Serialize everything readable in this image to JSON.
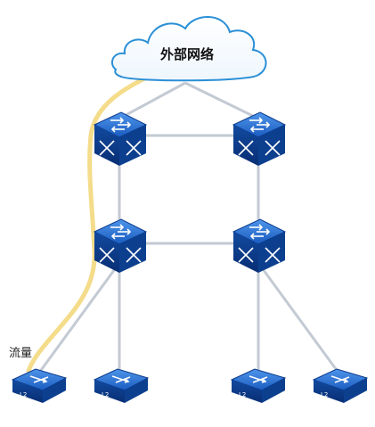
{
  "cloud": {
    "label": "外部网络"
  },
  "traffic": {
    "label": "流量"
  },
  "devices": {
    "core_switches": [
      "core-switch-left",
      "core-switch-right"
    ],
    "distribution_switches": [
      "distribution-switch-left",
      "distribution-switch-right"
    ],
    "access_switches": [
      "l2-switch-1",
      "l2-switch-2",
      "l2-switch-3",
      "l2-switch-4"
    ],
    "access_switch_badge": "L2"
  },
  "colors": {
    "link": "#c3cad3",
    "traffic_path": "#f4dc8a",
    "switch_dark": "#0a3a8c",
    "switch_mid": "#1756b8",
    "switch_light": "#3f86e0",
    "cloud_stroke": "#2a8fd6"
  }
}
